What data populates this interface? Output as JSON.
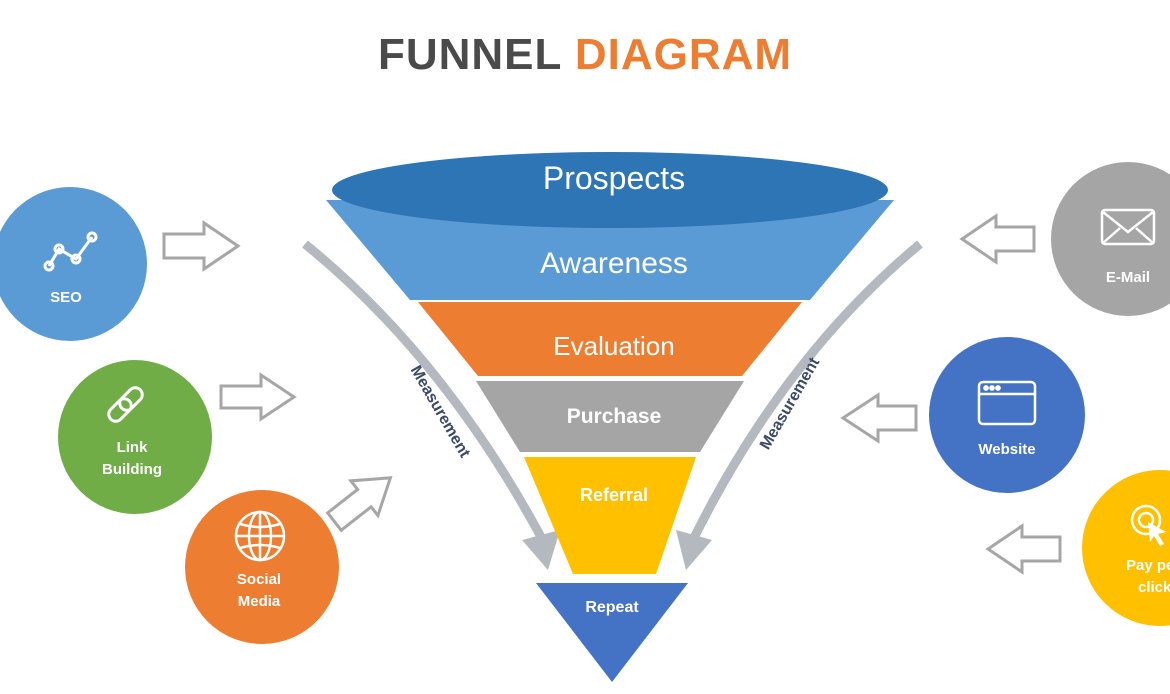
{
  "title": {
    "part1": "FUNNEL",
    "part2": "DIAGRAM"
  },
  "colors": {
    "title_dark": "#4a4a4a",
    "title_accent": "#ed7d31",
    "prospects_top": "#2e75b6",
    "awareness": "#5b9bd5",
    "evaluation": "#ed7d31",
    "purchase": "#a5a5a5",
    "referral": "#ffc000",
    "repeat": "#4472c4",
    "seo": "#5b9bd5",
    "link_building": "#70ad47",
    "social_media": "#ed7d31",
    "email": "#a5a5a5",
    "website": "#4472c4",
    "ppc": "#ffc000",
    "curve_arrow": "#b4b9bf",
    "measurement_text": "#3b4a66"
  },
  "funnel": {
    "prospects": "Prospects",
    "awareness": "Awareness",
    "evaluation": "Evaluation",
    "purchase": "Purchase",
    "referral": "Referral",
    "repeat": "Repeat"
  },
  "measurement": {
    "left": "Measurement",
    "right": "Measurement"
  },
  "channels": {
    "seo": {
      "line1": "SEO",
      "icon": "line-chart-icon"
    },
    "link_building": {
      "line1": "Link",
      "line2": "Building",
      "icon": "link-icon"
    },
    "social_media": {
      "line1": "Social",
      "line2": "Media",
      "icon": "globe-icon"
    },
    "email": {
      "line1": "E-Mail",
      "icon": "envelope-icon"
    },
    "website": {
      "line1": "Website",
      "icon": "browser-window-icon"
    },
    "ppc": {
      "line1": "Pay per",
      "line2": "click",
      "icon": "cursor-click-icon"
    }
  }
}
